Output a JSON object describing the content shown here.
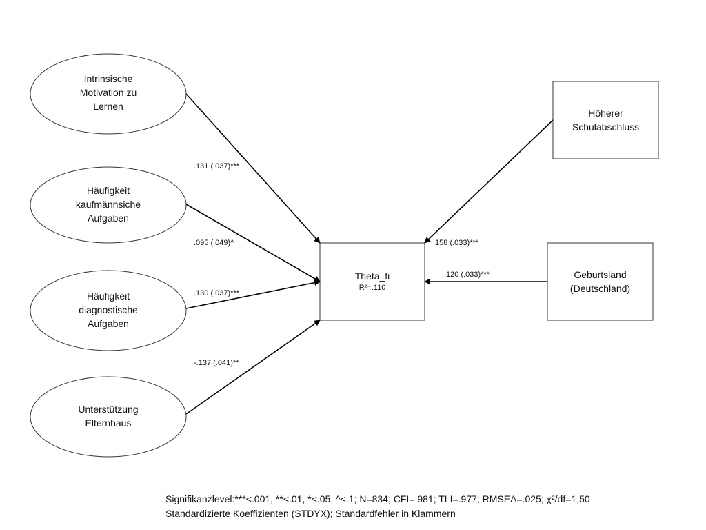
{
  "nodes": {
    "intrinsische_motivation": {
      "label": "Intrinsische\nMotivation zu\nLernen"
    },
    "kaufmaennische_aufgaben": {
      "label": "Häufigkeit\nkaufmännsiche\nAufgaben"
    },
    "diagnostische_aufgaben": {
      "label": "Häufigkeit\ndiagnostische\nAufgaben"
    },
    "unterstuetzung_elternhaus": {
      "label": "Unterstützung\nElternhaus"
    },
    "theta_fi": {
      "label": "Theta_fi",
      "r2": "R²=.110"
    },
    "hoeherer_schulabschluss": {
      "label": "Höherer\nSchulabschluss"
    },
    "geburtsland": {
      "label": "Geburtsland\n(Deutschland)"
    }
  },
  "edges": {
    "intrinsische_motivation": ".131 (.037)***",
    "kaufmaennische_aufgaben": ".095 (.049)^",
    "diagnostische_aufgaben": ".130 (.037)***",
    "unterstuetzung_elternhaus": "-.137 (.041)**",
    "hoeherer_schulabschluss": ".158 (.033)***",
    "geburtsland": ".120 (.033)***"
  },
  "footnote": {
    "line1": "Signifikanzlevel:***<.001, **<.01, *<.05, ^<.1; N=834; CFI=.981; TLI=.977; RMSEA=.025; χ²/df=1,50",
    "line2": "Standardizierte Koeffizienten (STDYX); Standardfehler in Klammern"
  }
}
